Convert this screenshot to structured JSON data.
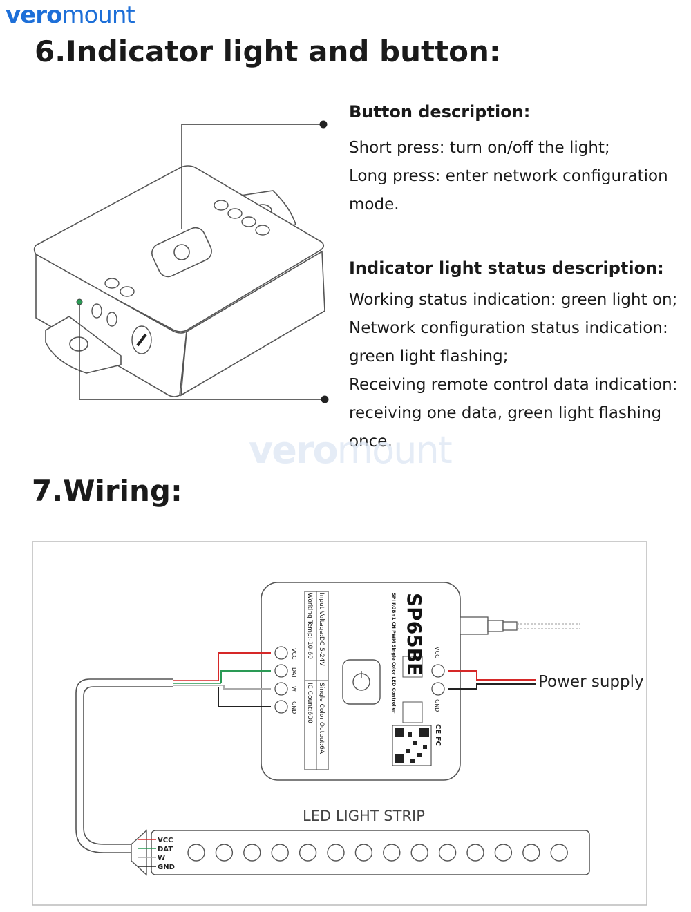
{
  "brand": {
    "logo_bold": "vero",
    "logo_light": "mount"
  },
  "section6": {
    "title": "6.Indicator light and button:",
    "button_desc": {
      "heading": "Button description:",
      "lines": [
        "Short press: turn on/off the light;",
        "Long press: enter network configuration",
        "mode."
      ]
    },
    "indicator_desc": {
      "heading": "Indicator light status description:",
      "lines": [
        "Working status indication: green light on;",
        "Network configuration status indication:",
        "green light flashing;",
        "Receiving remote control data indication:",
        "receiving one data, green light flashing",
        "once."
      ]
    }
  },
  "section7": {
    "title": "7.Wiring:",
    "device": {
      "model": "SP65BE",
      "subtitle": "SPI RGB+1 CH PWM Single Color LED Controller",
      "spec_col1": [
        "Input Voltage:DC 5-24V",
        "Working Temp:-10-60"
      ],
      "spec_col2": [
        "Single Color Output:6A",
        "IC Count:600"
      ],
      "left_pins": [
        "VCC",
        "DAT",
        "W",
        "GND"
      ],
      "right_pins": [
        "VCC",
        "GND"
      ],
      "cert": "CE FC"
    },
    "power_label": "Power supply",
    "strip_label": "LED LIGHT STRIP",
    "strip_pins": [
      "VCC",
      "DAT",
      "W",
      "GND"
    ],
    "led_count": 14
  }
}
